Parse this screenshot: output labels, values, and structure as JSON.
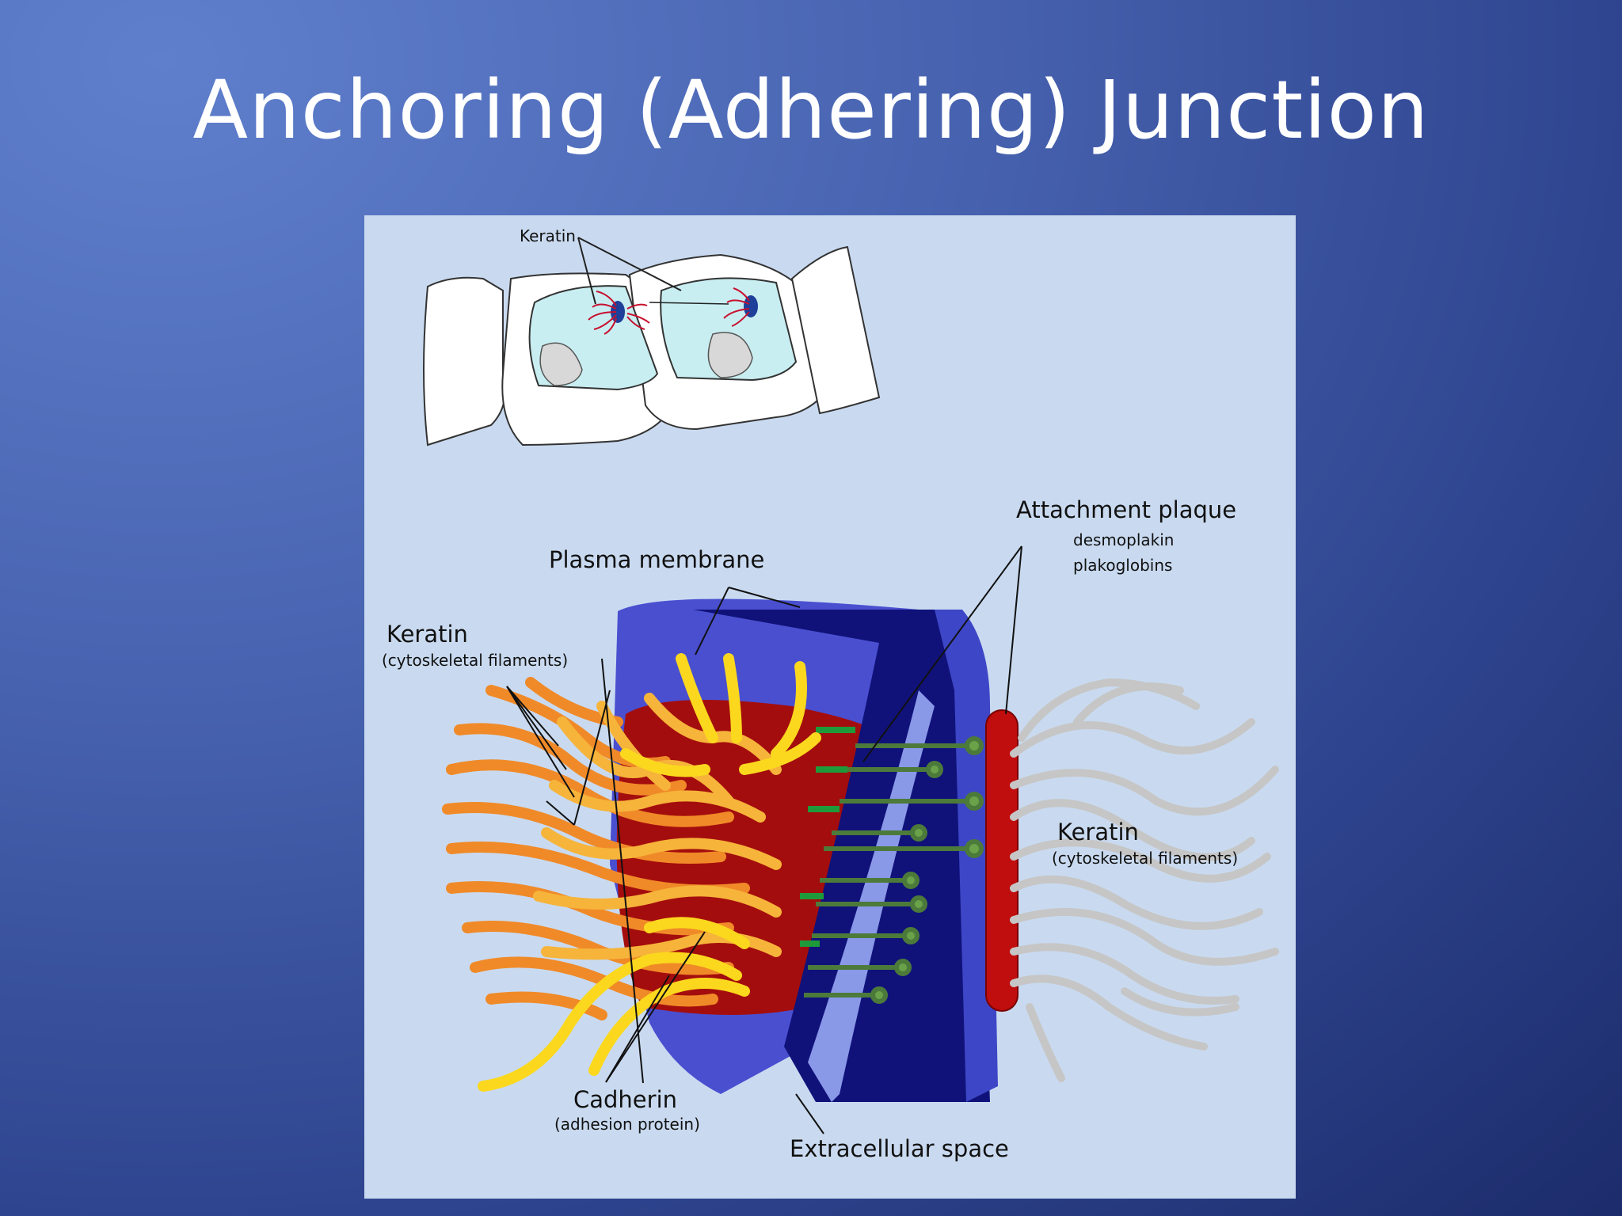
{
  "slide": {
    "title": "Anchoring (Adhering) Junction"
  },
  "diagram": {
    "inset_label": "Keratin",
    "labels": {
      "plasma_membrane": "Plasma membrane",
      "attachment_plaque": "Attachment plaque",
      "desmoplakin": "desmoplakin",
      "plakoglobins": "plakoglobins",
      "keratin_left": "Keratin",
      "keratin_left_sub": "(cytoskeletal filaments)",
      "keratin_right": "Keratin",
      "keratin_right_sub": "(cytoskeletal filaments)",
      "cadherin": "Cadherin",
      "cadherin_sub": "(adhesion protein)",
      "extracellular_space": "Extracellular space"
    },
    "colors": {
      "panel_bg": "#c9daf0",
      "membrane_blue": "#4a4fd0",
      "dark_navy": "#10127a",
      "plaque_red": "#b00b0b",
      "keratin_orange": "#f39a2a",
      "keratin_yellow": "#f8d020",
      "keratin_gray": "#c8c8c8",
      "cadherin_green": "#3a8a3a"
    }
  }
}
